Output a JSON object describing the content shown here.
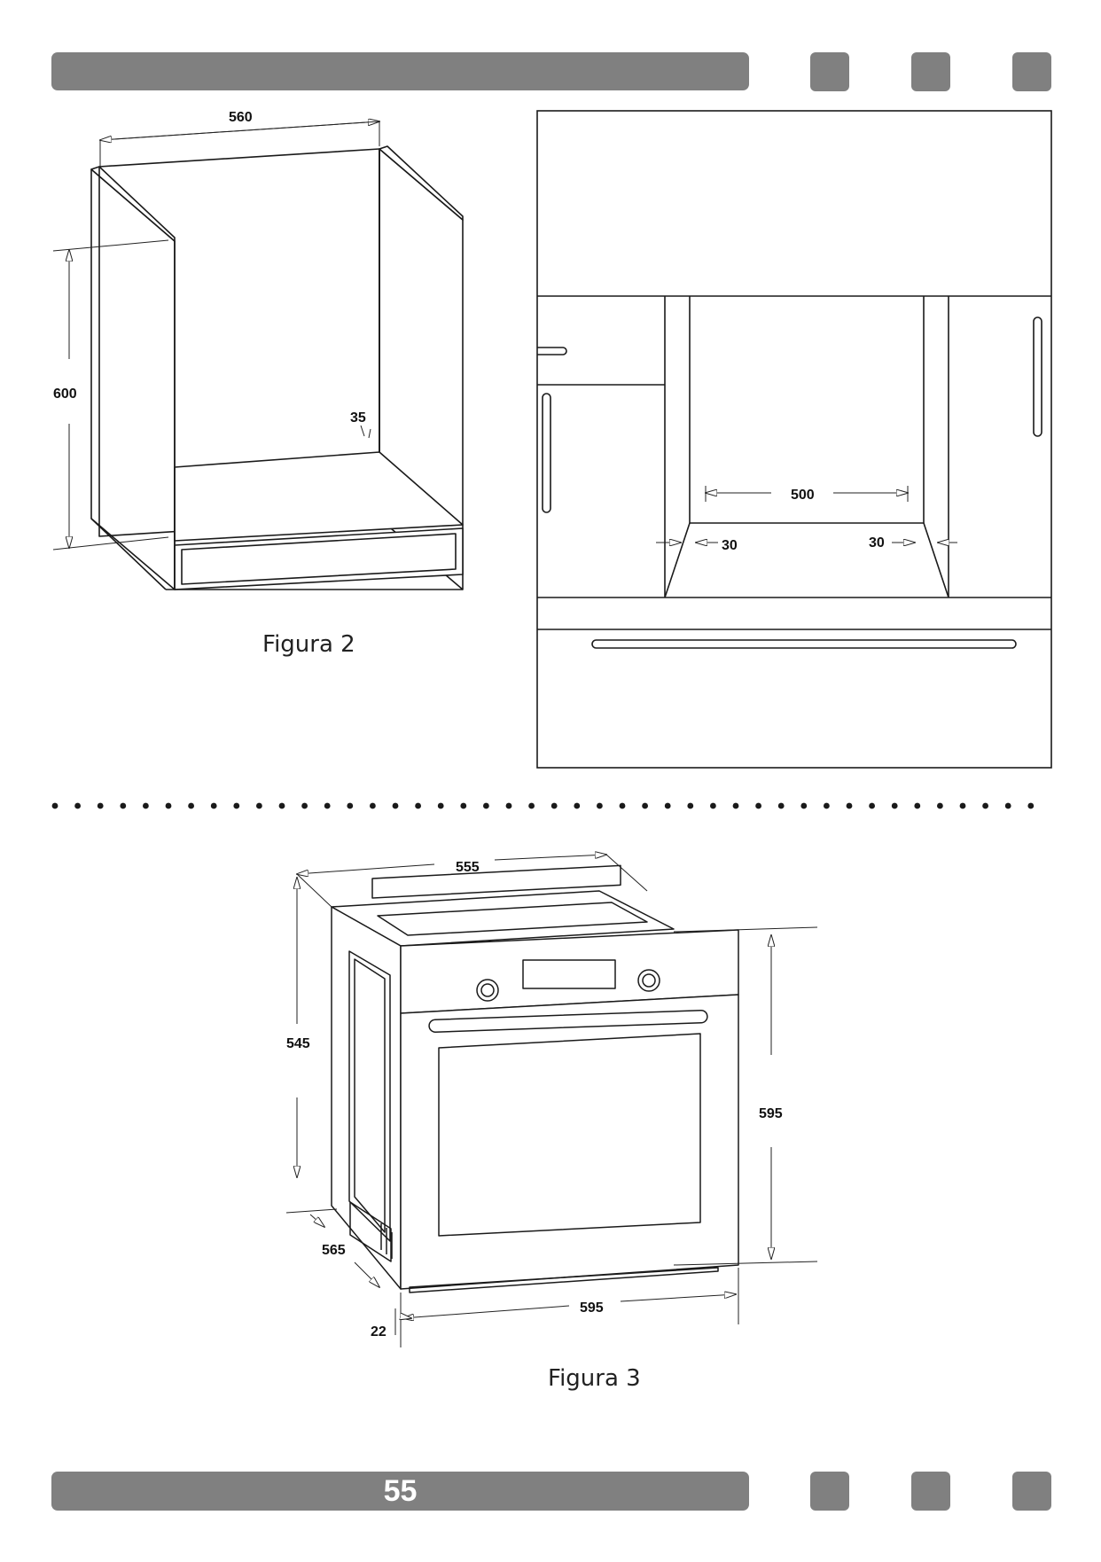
{
  "page": {
    "number": "55"
  },
  "figure2": {
    "caption": "Figura 2",
    "dims": {
      "width": "560",
      "height": "600",
      "depth_gap": "35",
      "inner": "500",
      "side_left": "30",
      "side_right": "30"
    }
  },
  "figure3": {
    "caption": "Figura 3",
    "dims": {
      "top_width": "555",
      "body_height": "545",
      "front_height": "595",
      "front_width": "595",
      "depth": "565",
      "panel": "22"
    }
  },
  "colors": {
    "bar": "#808080",
    "line": "#1a1a1a"
  }
}
